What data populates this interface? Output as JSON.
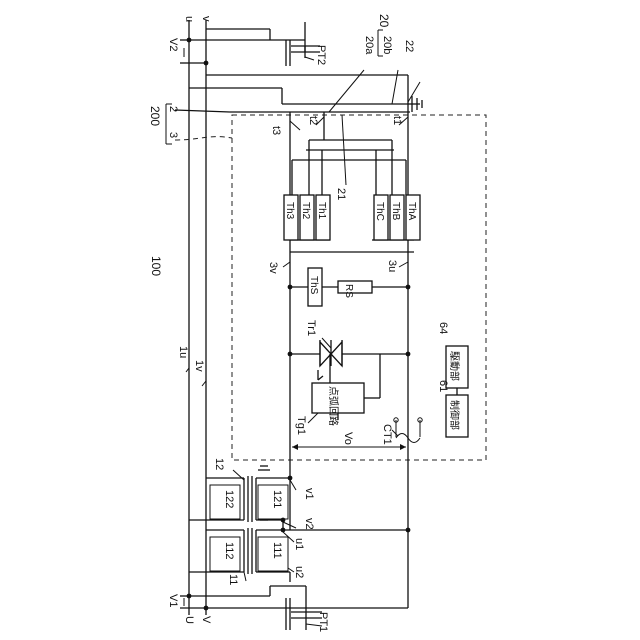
{
  "labels": {
    "u_top": "u",
    "v_top": "v",
    "U_bottom": "U",
    "V_bottom": "V",
    "V2": "V2",
    "V1": "V1",
    "PT2": "PT2",
    "PT1": "PT1",
    "ref20": "20",
    "ref20a": "20a",
    "ref20b": "20b",
    "ref22": "22",
    "ref200": "200",
    "ref2": "2",
    "ref3": "3",
    "t1": "t1",
    "t2": "t2",
    "t3": "t3",
    "ref21": "21",
    "ref100": "100",
    "Th3": "Th3",
    "Th2": "Th2",
    "Th1": "Th1",
    "ThC": "ThC",
    "ThB": "ThB",
    "ThA": "ThA",
    "ref3v": "3v",
    "ref3u": "3u",
    "ThS": "ThS",
    "RS": "RS",
    "Tr1": "Tr1",
    "arc_circuit": "点弧回路",
    "Tg1": "Tg1",
    "Vo": "Vo",
    "CT1": "CT1",
    "ref64": "64",
    "drive": "駆動部",
    "ref61": "61",
    "control": "制御部",
    "ref1u": "1u",
    "ref1v": "1v",
    "ref12": "12",
    "ref122": "122",
    "ref121": "121",
    "ref112": "112",
    "ref111": "111",
    "ref11": "11",
    "v1": "v1",
    "v2": "v2",
    "u1": "u1",
    "u2": "u2"
  }
}
